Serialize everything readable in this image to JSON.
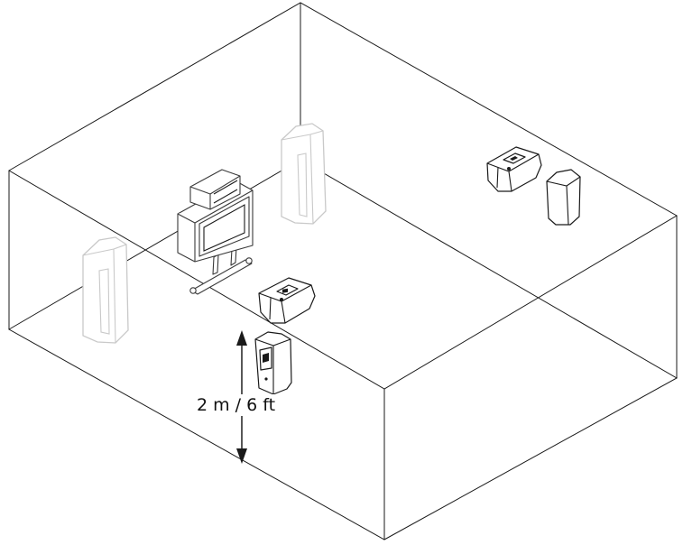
{
  "height_label": "2 m / 6 ft",
  "items": [
    {
      "name": "left-front-speaker-ghost",
      "kind": "floor-standing speaker",
      "style": "ghost"
    },
    {
      "name": "right-front-speaker-ghost",
      "kind": "floor-standing speaker",
      "style": "ghost"
    },
    {
      "name": "tv-with-center-speaker",
      "kind": "tv and center speaker on stand",
      "style": "outline"
    },
    {
      "name": "left-surround-ceiling-speaker",
      "kind": "wall/ceiling speaker",
      "style": "outline"
    },
    {
      "name": "left-surround-wall-speaker",
      "kind": "wall speaker",
      "style": "outline"
    },
    {
      "name": "right-surround-ceiling-speaker",
      "kind": "wall/ceiling speaker",
      "style": "outline"
    },
    {
      "name": "right-surround-wall-speaker",
      "kind": "wall speaker",
      "style": "outline"
    }
  ],
  "colors": {
    "ink": "#1a1a1a",
    "ghost": "#c9c9c9",
    "background": "#ffffff"
  }
}
